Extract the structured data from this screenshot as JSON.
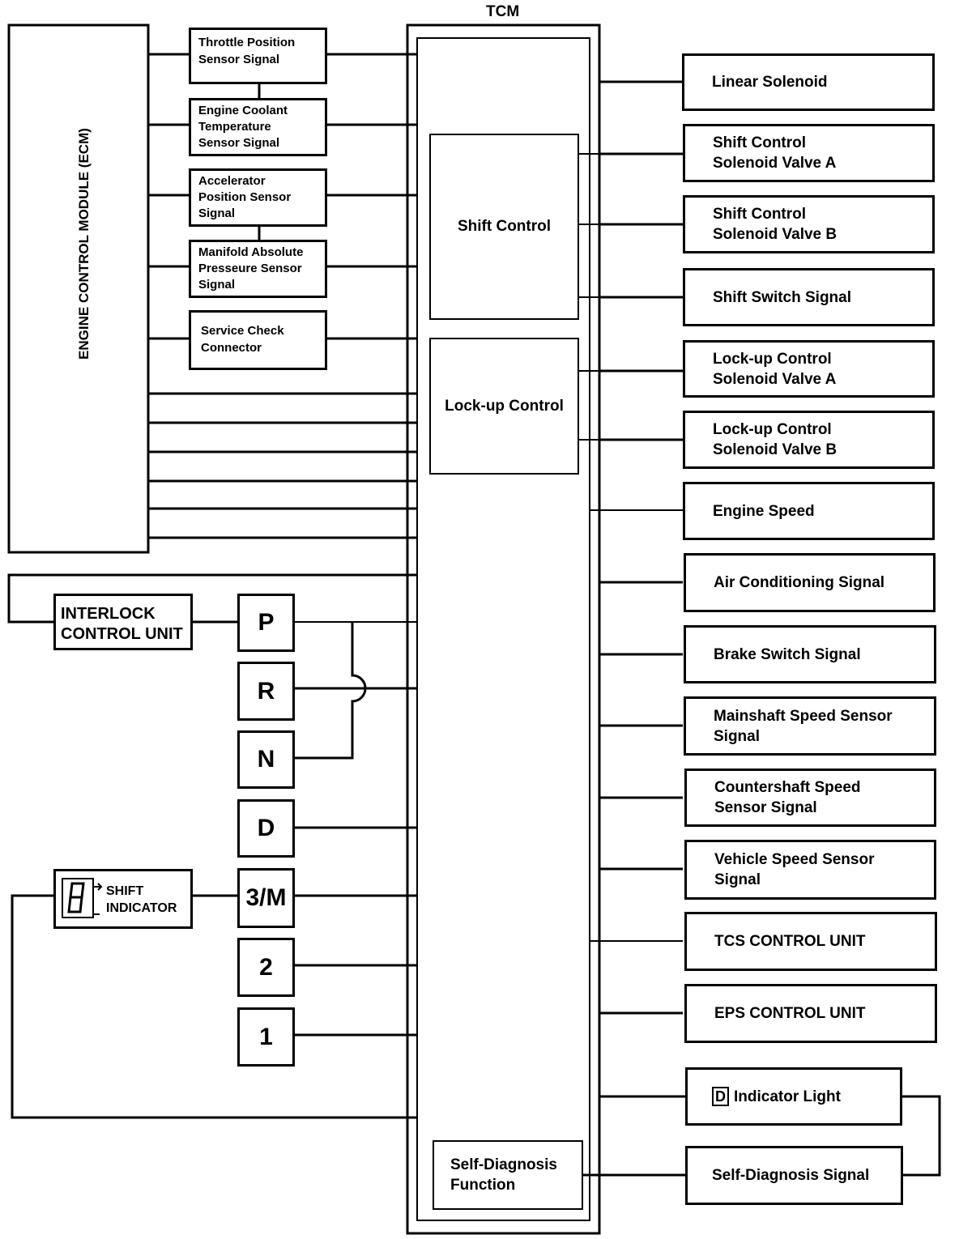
{
  "tcm": {
    "title": "TCM",
    "shift_control": "Shift Control",
    "lockup_control": "Lock-up Control",
    "self_diagnosis": "Self-Diagnosis\nFunction"
  },
  "ecm": {
    "label": "ENGINE CONTROL MODULE (ECM)"
  },
  "ecm_signals": [
    [
      "Throttle Position",
      "Sensor Signal"
    ],
    [
      "Engine Coolant",
      "Temperature",
      "Sensor Signal"
    ],
    [
      "Accelerator",
      "Position Sensor",
      "Signal"
    ],
    [
      "Manifold Absolute",
      "Presseure Sensor",
      "Signal"
    ],
    [
      "Service Check",
      "Connector"
    ]
  ],
  "interlock": {
    "label": "INTERLOCK\nCONTROL UNIT"
  },
  "shift_indicator": {
    "label": "SHIFT\nINDICATOR",
    "icon": "seven-segment-display-icon"
  },
  "gear_positions": [
    "P",
    "R",
    "N",
    "D",
    "3/M",
    "2",
    "1"
  ],
  "outputs": [
    "Linear Solenoid",
    "Shift Control\nSolenoid Valve A",
    "Shift Control\nSolenoid Valve B",
    "Shift Switch Signal",
    "Lock-up Control\nSolenoid Valve A",
    "Lock-up Control\nSolenoid Valve B",
    "Engine Speed",
    "Air Conditioning Signal",
    "Brake Switch Signal",
    "Mainshaft Speed Sensor\nSignal",
    "Countershaft Speed\nSensor Signal",
    "Vehicle Speed Sensor\nSignal",
    "TCS CONTROL UNIT",
    "EPS CONTROL UNIT"
  ],
  "indicator_light": {
    "badge": "D",
    "label": "Indicator Light"
  },
  "self_diagnosis_signal": "Self-Diagnosis Signal"
}
